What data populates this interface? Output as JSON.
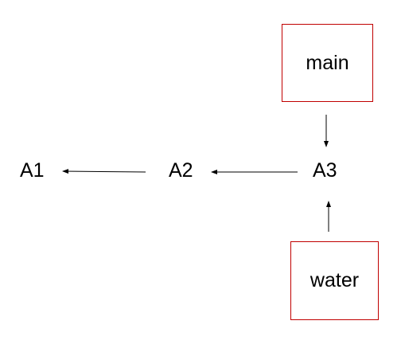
{
  "diagram": {
    "nodes": [
      {
        "id": "A1",
        "label": "A1"
      },
      {
        "id": "A2",
        "label": "A2"
      },
      {
        "id": "A3",
        "label": "A3"
      }
    ],
    "branches": [
      {
        "id": "main",
        "label": "main",
        "points_to": "A3"
      },
      {
        "id": "water",
        "label": "water",
        "points_to": "A3"
      }
    ],
    "edges": [
      {
        "from": "A2",
        "to": "A1"
      },
      {
        "from": "A3",
        "to": "A2"
      },
      {
        "from": "main",
        "to": "A3"
      },
      {
        "from": "water",
        "to": "A3"
      }
    ]
  },
  "colors": {
    "box_border": "#c00000",
    "arrow": "#000000",
    "text": "#000000"
  }
}
